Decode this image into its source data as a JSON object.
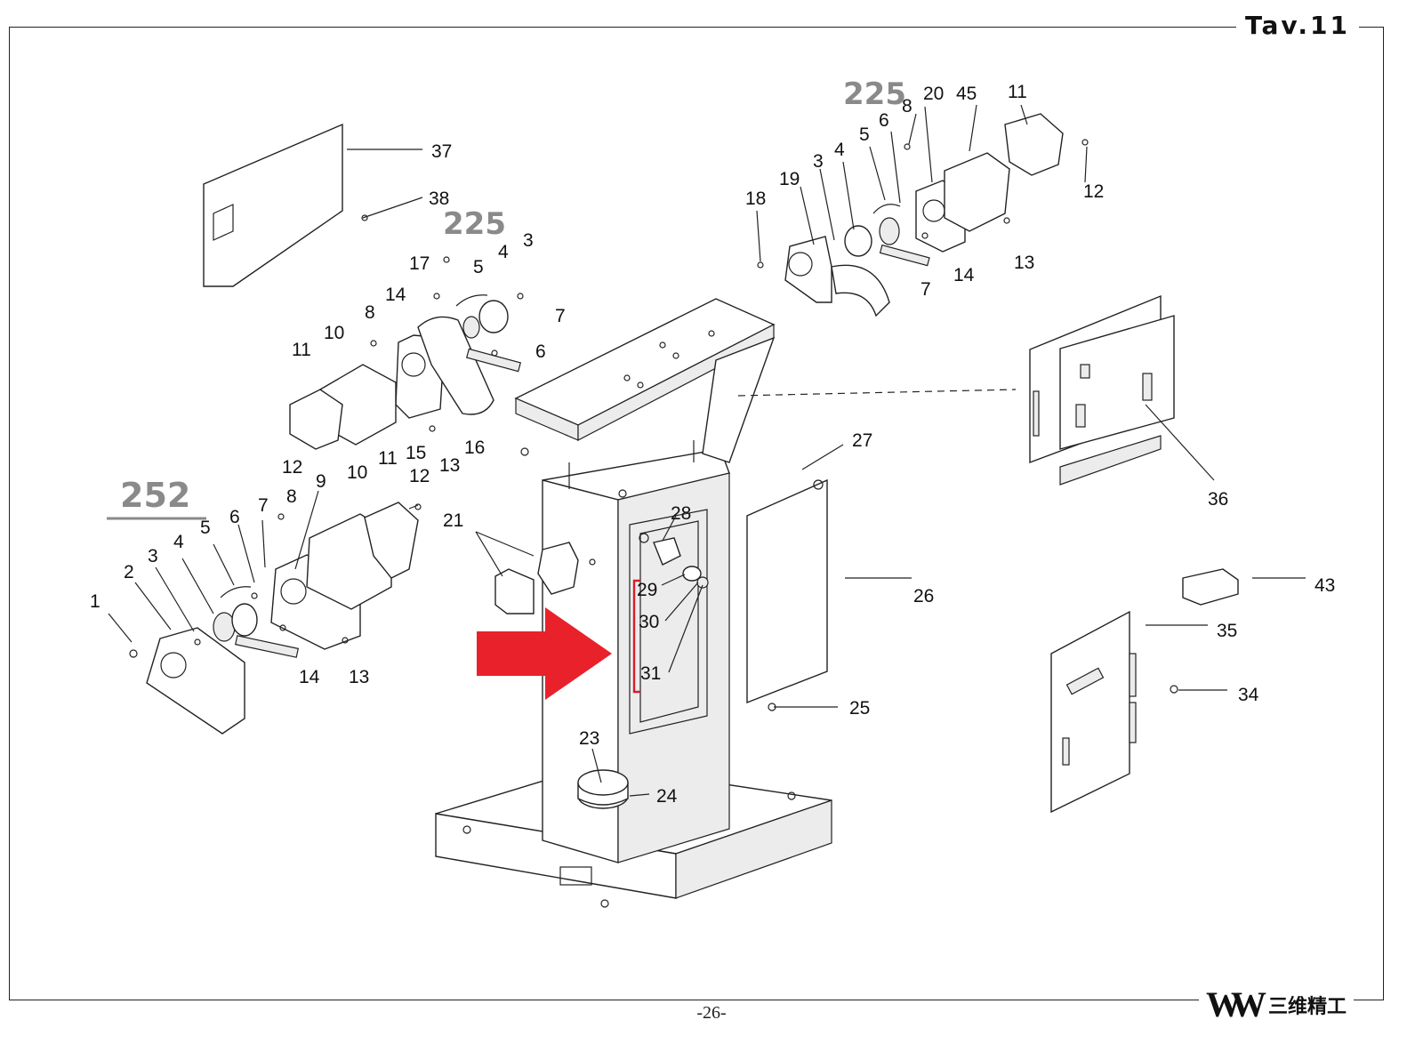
{
  "sheet_label": "Tav.11",
  "page_number": "-26-",
  "brand": {
    "mark": "W",
    "name": "三维精工"
  },
  "group_labels": [
    "252",
    "225",
    "225"
  ],
  "callouts": [
    "1",
    "2",
    "3",
    "4",
    "5",
    "6",
    "7",
    "8",
    "9",
    "10",
    "11",
    "12",
    "13",
    "14",
    "37",
    "38",
    "17",
    "14",
    "5",
    "4",
    "3",
    "7",
    "6",
    "8",
    "10",
    "11",
    "12",
    "15",
    "13",
    "16",
    "18",
    "19",
    "3",
    "4",
    "5",
    "6",
    "8",
    "20",
    "45",
    "11",
    "12",
    "13",
    "14",
    "7",
    "21",
    "28",
    "29",
    "30",
    "31",
    "27",
    "26",
    "25",
    "23",
    "24",
    "36",
    "43",
    "35",
    "34"
  ],
  "colors": {
    "arrow": "#e8212b",
    "bracket": "#d61f2a",
    "group_label": "#8a8a8a"
  }
}
